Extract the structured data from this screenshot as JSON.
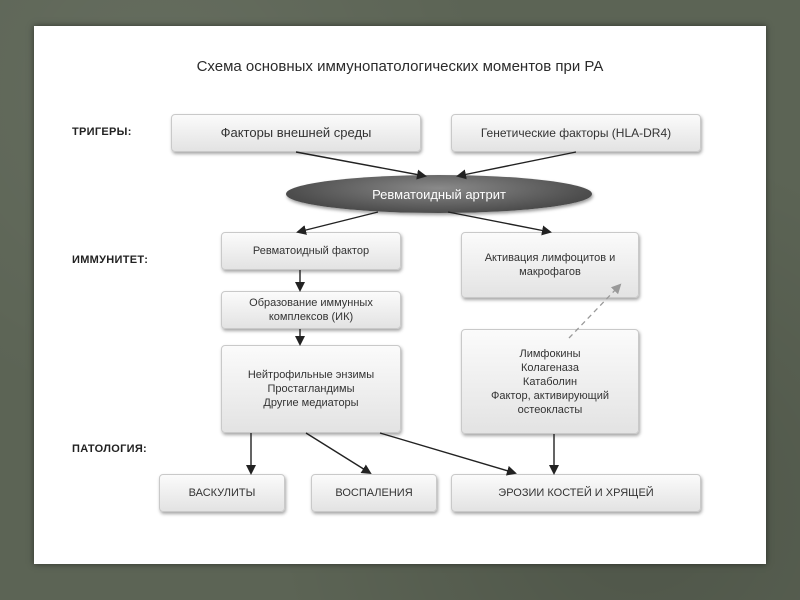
{
  "title": "Схема основных иммунопатологических моментов при РА",
  "row_labels": {
    "triggers": "ТРИГЕРЫ:",
    "immunity": "ИММУНИТЕТ:",
    "pathology": "ПАТОЛОГИЯ:"
  },
  "nodes": {
    "external_factors": "Факторы внешней среды",
    "genetic_factors": "Генетические факторы (HLA-DR4)",
    "ra": "Ревматоидный артрит",
    "rheumatoid_factor": "Ревматоидный фактор",
    "immune_complexes": "Образование иммунных\nкомплексов (ИК)",
    "neutrophil_enzymes": "Нейтрофильные энзимы\nПростагландимы\nДругие медиаторы",
    "lymphocyte_activation": "Активация лимфоцитов и\nмакрофагов",
    "lymphokines": "Лимфокины\nКолагеназа\nКатаболин\nФактор, активирующий\nостеокласты",
    "vasculitis": "ВАСКУЛИТЫ",
    "inflammation": "ВОСПАЛЕНИЯ",
    "erosions": "ЭРОЗИИ КОСТЕЙ И ХРЯЩЕЙ"
  }
}
